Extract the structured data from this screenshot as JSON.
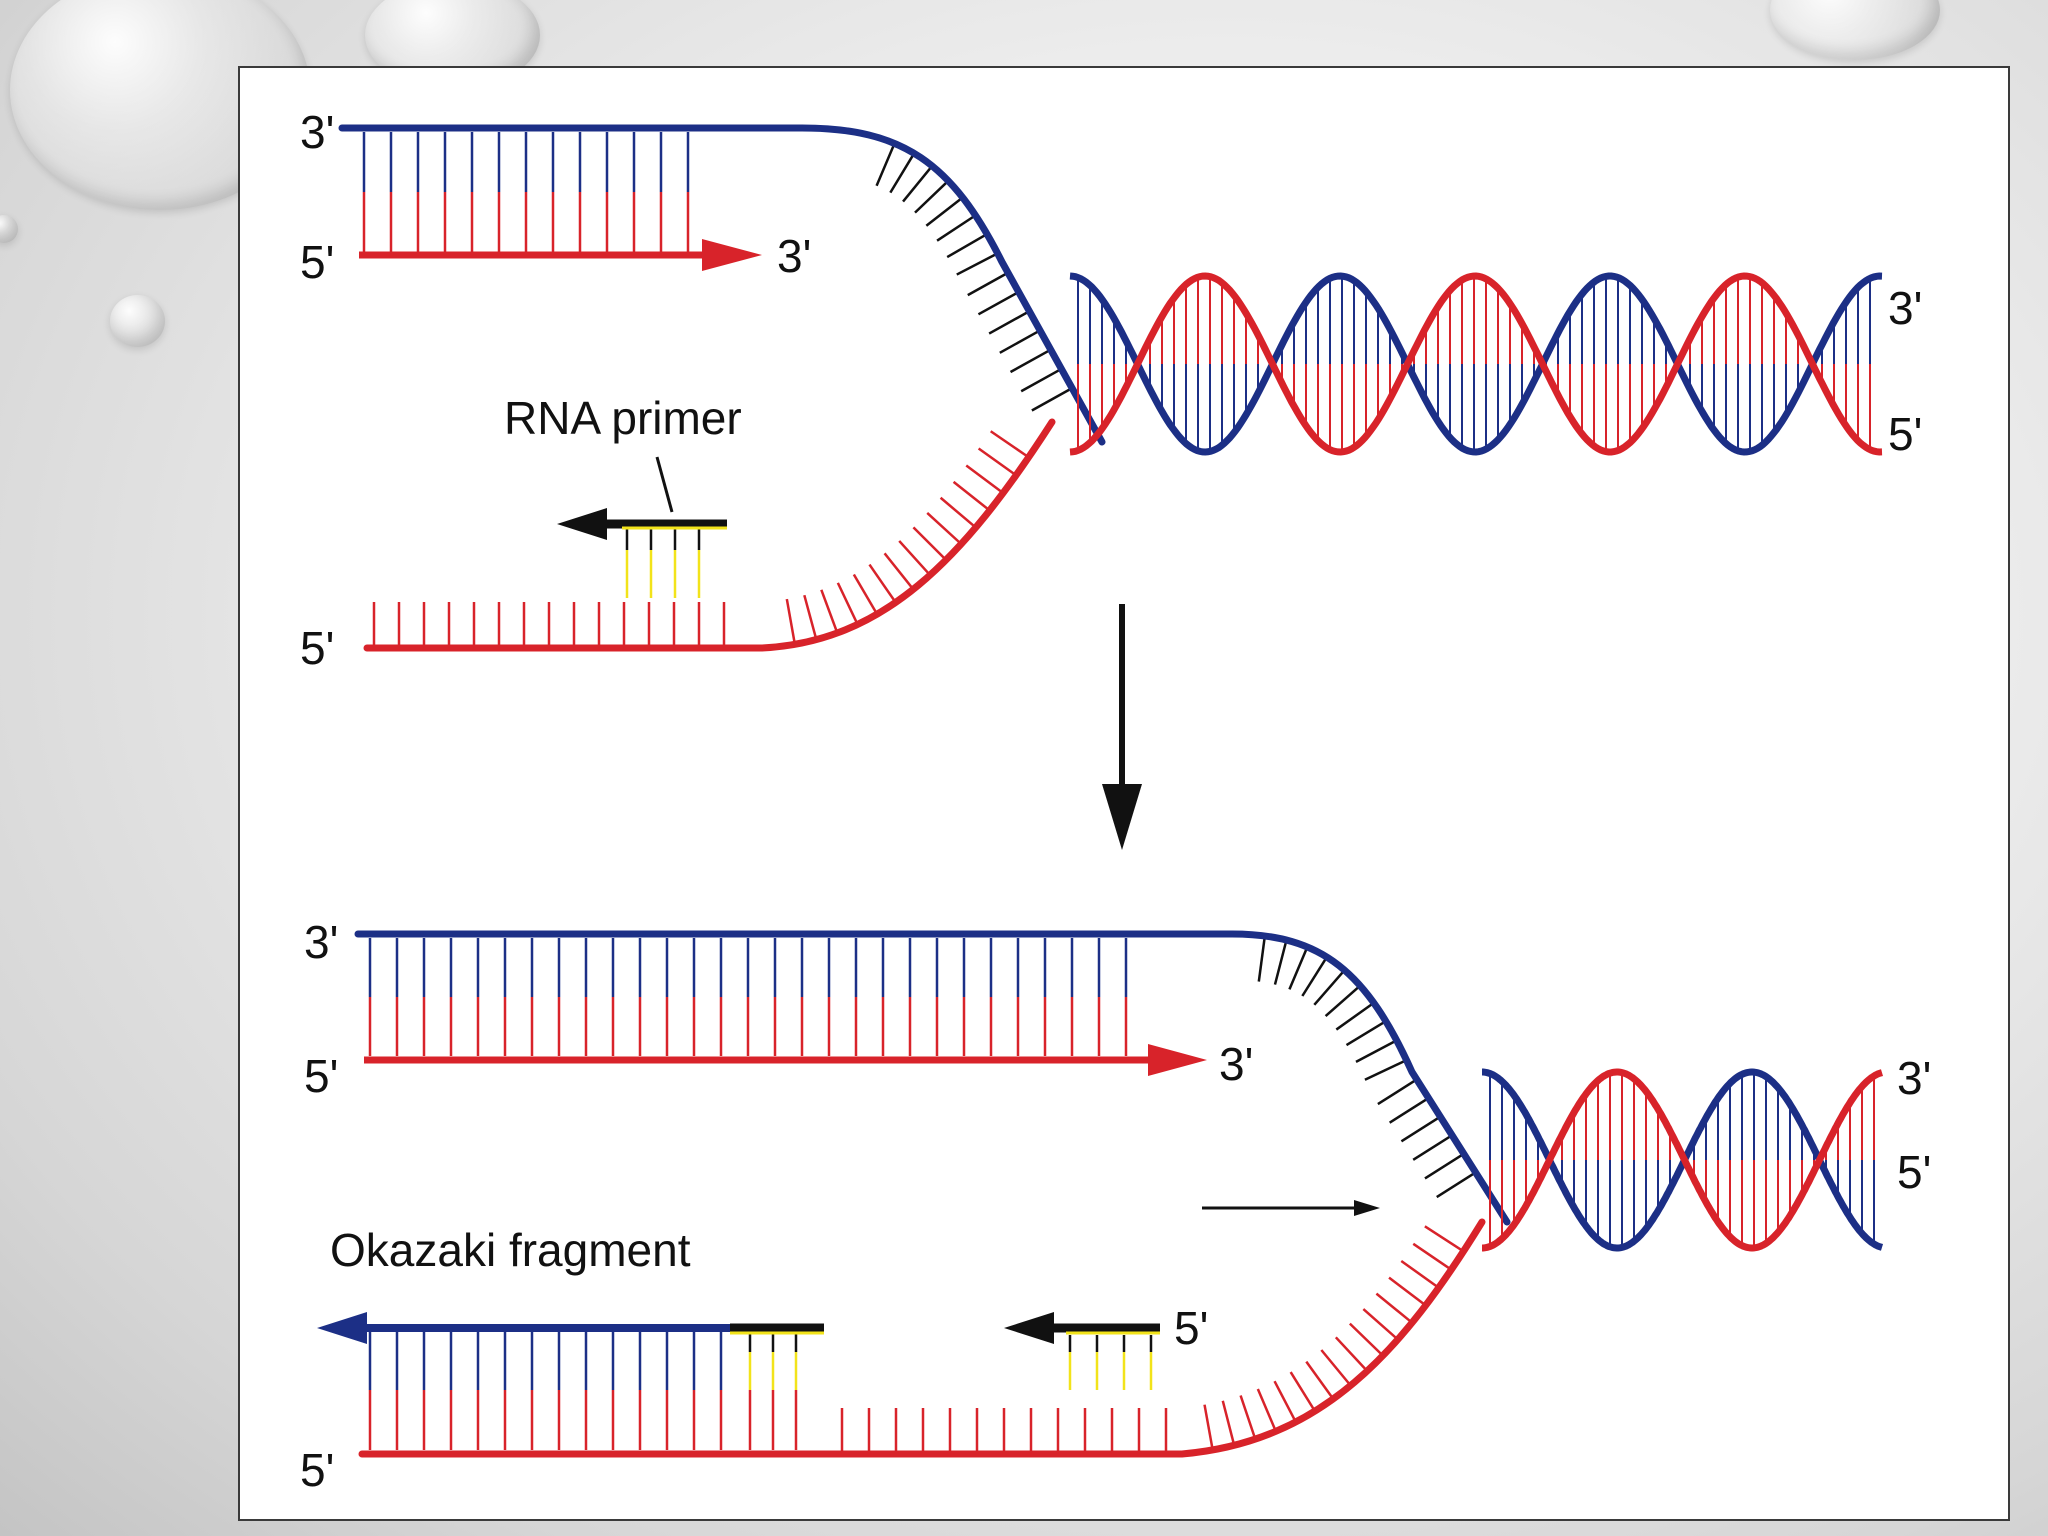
{
  "diagram": {
    "top": {
      "template_3prime": "3'",
      "leading_5prime": "5'",
      "leading_3prime": "3'",
      "primer_label": "RNA primer",
      "lagging_5prime": "5'",
      "helix_3prime": "3'",
      "helix_5prime": "5'"
    },
    "bottom": {
      "template_3prime": "3'",
      "leading_5prime": "5'",
      "leading_3prime": "3'",
      "okazaki_label": "Okazaki fragment",
      "primer_5prime": "5'",
      "lagging_5prime": "5'",
      "helix_3prime": "3'",
      "helix_5prime": "5'"
    },
    "colors": {
      "template_blue": "#1c2f86",
      "strand_red": "#d8232a",
      "primer_yellow": "#f2e31a",
      "primer_black": "#111111"
    }
  }
}
